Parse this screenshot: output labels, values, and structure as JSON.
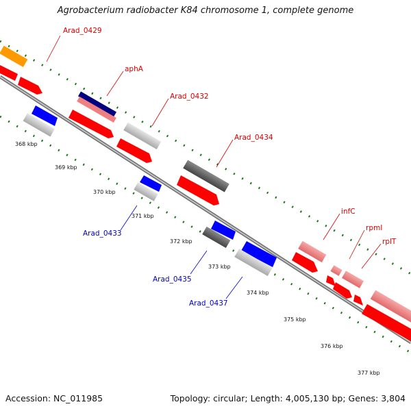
{
  "title": "Agrobacterium radiobacter K84 chromosome 1, complete genome",
  "footer": {
    "accession": "Accession: NC_011985",
    "topology": "Topology: circular; Length: 4,005,130 bp; Genes: 3,804"
  },
  "colors": {
    "red": "#ff0000",
    "label_red": "#dd0000",
    "label_blue": "#0000cc",
    "blue": "#0000ff",
    "navy": "#000080",
    "orange": "#ff9900",
    "salmon": "#f08080",
    "light_gray": "#c8c8c8",
    "dark_gray": "#666666",
    "tick_green": "#1a7a1a",
    "backbone": "#888888"
  },
  "ticks": [
    "368 kbp",
    "369 kbp",
    "370 kbp",
    "371 kbp",
    "372 kbp",
    "373 kbp",
    "374 kbp",
    "375 kbp",
    "376 kbp",
    "377 kbp"
  ],
  "genes": [
    {
      "name": "Arad_0429",
      "strand": "top",
      "color": "red"
    },
    {
      "name": "aphA",
      "strand": "top",
      "color": "red"
    },
    {
      "name": "Arad_0432",
      "strand": "top",
      "color": "red"
    },
    {
      "name": "Arad_0434",
      "strand": "top",
      "color": "red"
    },
    {
      "name": "infC",
      "strand": "top",
      "color": "red"
    },
    {
      "name": "rpmI",
      "strand": "top",
      "color": "red"
    },
    {
      "name": "rplT",
      "strand": "top",
      "color": "red"
    },
    {
      "name": "Arad_0433",
      "strand": "bottom",
      "color": "blue"
    },
    {
      "name": "Arad_0435",
      "strand": "bottom",
      "color": "blue"
    },
    {
      "name": "Arad_0437",
      "strand": "bottom",
      "color": "blue"
    }
  ]
}
